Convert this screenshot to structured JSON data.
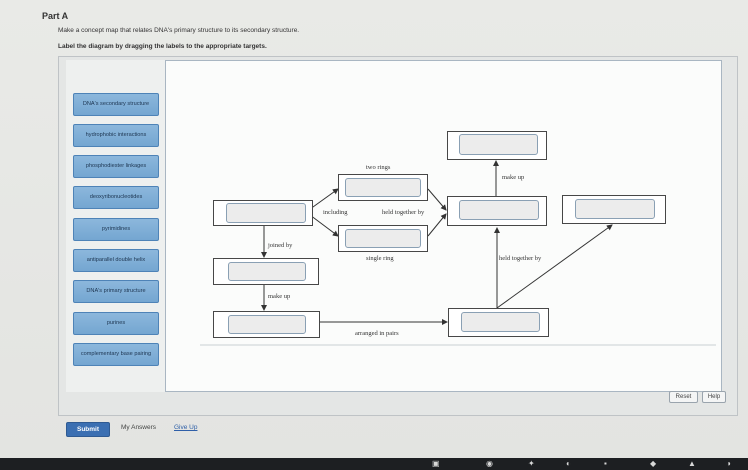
{
  "part_title": "Part A",
  "instruction": "Make a concept map that relates DNA's primary structure to its secondary structure.",
  "sub_instruction": "Label the diagram by dragging the labels to the appropriate targets.",
  "labels": [
    "DNA's secondary structure",
    "hydrophobic interactions",
    "phosphodiester linkages",
    "deoxyribonucleotides",
    "pyrimidines",
    "antiparallel double helix",
    "DNA's primary structure",
    "purines",
    "complementary base pairing"
  ],
  "connectors": {
    "two_rings": "two rings",
    "single_ring": "single ring",
    "including": "including",
    "held_together_by_1": "held together by",
    "make_up_right": "make up",
    "held_together_by_2": "held together by",
    "joined_by": "joined by",
    "make_up_left": "make up",
    "arranged_in_pairs": "arranged in pairs"
  },
  "buttons": {
    "reset": "Reset",
    "help": "Help",
    "submit": "Submit",
    "my_answers": "My Answers",
    "give_up": "Give Up"
  },
  "colors": {
    "label_chip": "#7eadd6",
    "submit": "#3b6fb2",
    "link": "#2f5fa8"
  }
}
